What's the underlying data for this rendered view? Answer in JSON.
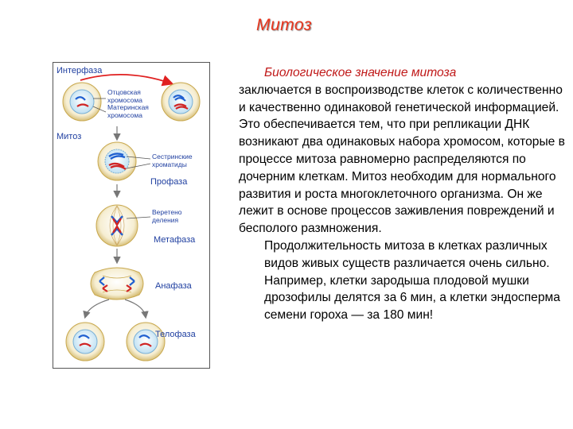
{
  "title": "Митоз",
  "text": {
    "subtitle": "Биологическое значение митоза",
    "para1": "заключается в воспроизводстве клеток с количественно и качественно одинаковой генетической информацией. Это обеспечивается тем, что при репликации ДНК возникают два одинаковых набора хромосом, которые в процессе митоза равномерно распределяются по дочерним клеткам. Митоз необходим для нормального развития и роста многоклеточного организма. Он же лежит в основе процессов заживления повреждений и бесполого размножения.",
    "para2": "Продолжительность митоза в клетках различных видов живых существ различается очень сильно. Например, клетки зародыша плодовой мушки дрозофилы делятся за 6 мин, а клетки эндосперма семени гороха — за 180 мин!"
  },
  "diagram": {
    "interphase": "Интерфаза",
    "paternal_1": "Отцовская",
    "paternal_2": "хромосома",
    "maternal_1": "Материнская",
    "maternal_2": "хромосома",
    "mitosis": "Митоз",
    "sister_1": "Сестринские",
    "sister_2": "хроматиды",
    "prophase": "Профаза",
    "spindle_1": "Веретено",
    "spindle_2": "деления",
    "metaphase": "Метафаза",
    "anaphase": "Анафаза",
    "telophase": "Телофаза",
    "colors": {
      "label": "#1f3fa0",
      "arrow": "#e02020",
      "paternal": "#2060d0",
      "maternal": "#d02525"
    }
  }
}
